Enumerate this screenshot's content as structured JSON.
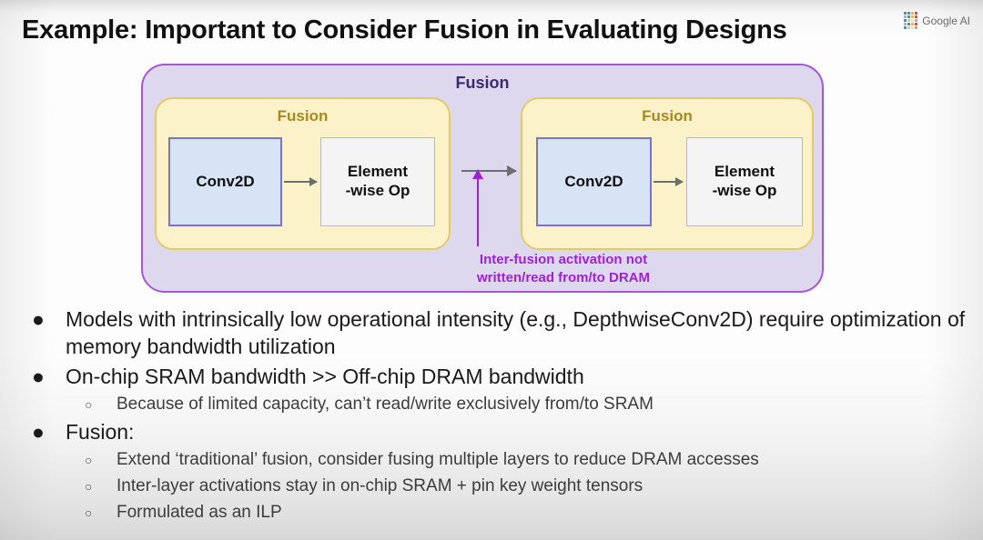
{
  "slide": {
    "title": "Example: Important to Consider Fusion in Evaluating Designs"
  },
  "brand": {
    "text": "Google AI",
    "icon": "google-ai-dot-grid-icon",
    "dot_colors": [
      "#4285f4",
      "#34a853",
      "#fbbc05",
      "#ea4335",
      "#8ab4f8",
      "#34a853",
      "#fbbc05",
      "#ea4335",
      "#4285f4",
      "#a8dab5",
      "#fde293",
      "#f28b82",
      "#8ab4f8",
      "#34a853",
      "#fbbc05",
      "#ea4335",
      "#4285f4",
      "#a8dab5",
      "#fde293",
      "#f28b82"
    ]
  },
  "diagram": {
    "outer_label": "Fusion",
    "outer_fill": "#ded8ef",
    "outer_border": "#a855d8",
    "outer_label_color": "#3b2a72",
    "group_fill": "#fcf2c9",
    "group_border": "#e3c96a",
    "group_label_color": "#a8881f",
    "conv_fill": "#d7e4f6",
    "conv_border": "#7b72cf",
    "elem_fill": "#f4f4f4",
    "elem_border": "#b9b9b9",
    "arrow_color": "#6e6e6e",
    "callout_color": "#a020d8",
    "groups": [
      {
        "label": "Fusion",
        "conv_label": "Conv2D",
        "elem_label_line1": "Element",
        "elem_label_line2": "-wise Op"
      },
      {
        "label": "Fusion",
        "conv_label": "Conv2D",
        "elem_label_line1": "Element",
        "elem_label_line2": "-wise Op"
      }
    ],
    "callout_line1": "Inter-fusion activation not",
    "callout_line2": "written/read from/to DRAM"
  },
  "bullets": {
    "marker_level1": "●",
    "marker_level2": "○",
    "items": [
      {
        "level": 1,
        "text": "Models with intrinsically low operational intensity (e.g., DepthwiseConv2D) require optimization of memory bandwidth utilization"
      },
      {
        "level": 1,
        "text": "On-chip SRAM bandwidth >> Off-chip DRAM bandwidth"
      },
      {
        "level": 2,
        "text": "Because of limited capacity, can’t read/write exclusively from/to SRAM"
      },
      {
        "level": 1,
        "text": "Fusion:"
      },
      {
        "level": 2,
        "text": "Extend ‘traditional’ fusion, consider fusing multiple layers to reduce DRAM accesses"
      },
      {
        "level": 2,
        "text": "Inter-layer activations stay in on-chip SRAM + pin key weight tensors"
      },
      {
        "level": 2,
        "text": "Formulated as an ILP"
      }
    ]
  }
}
